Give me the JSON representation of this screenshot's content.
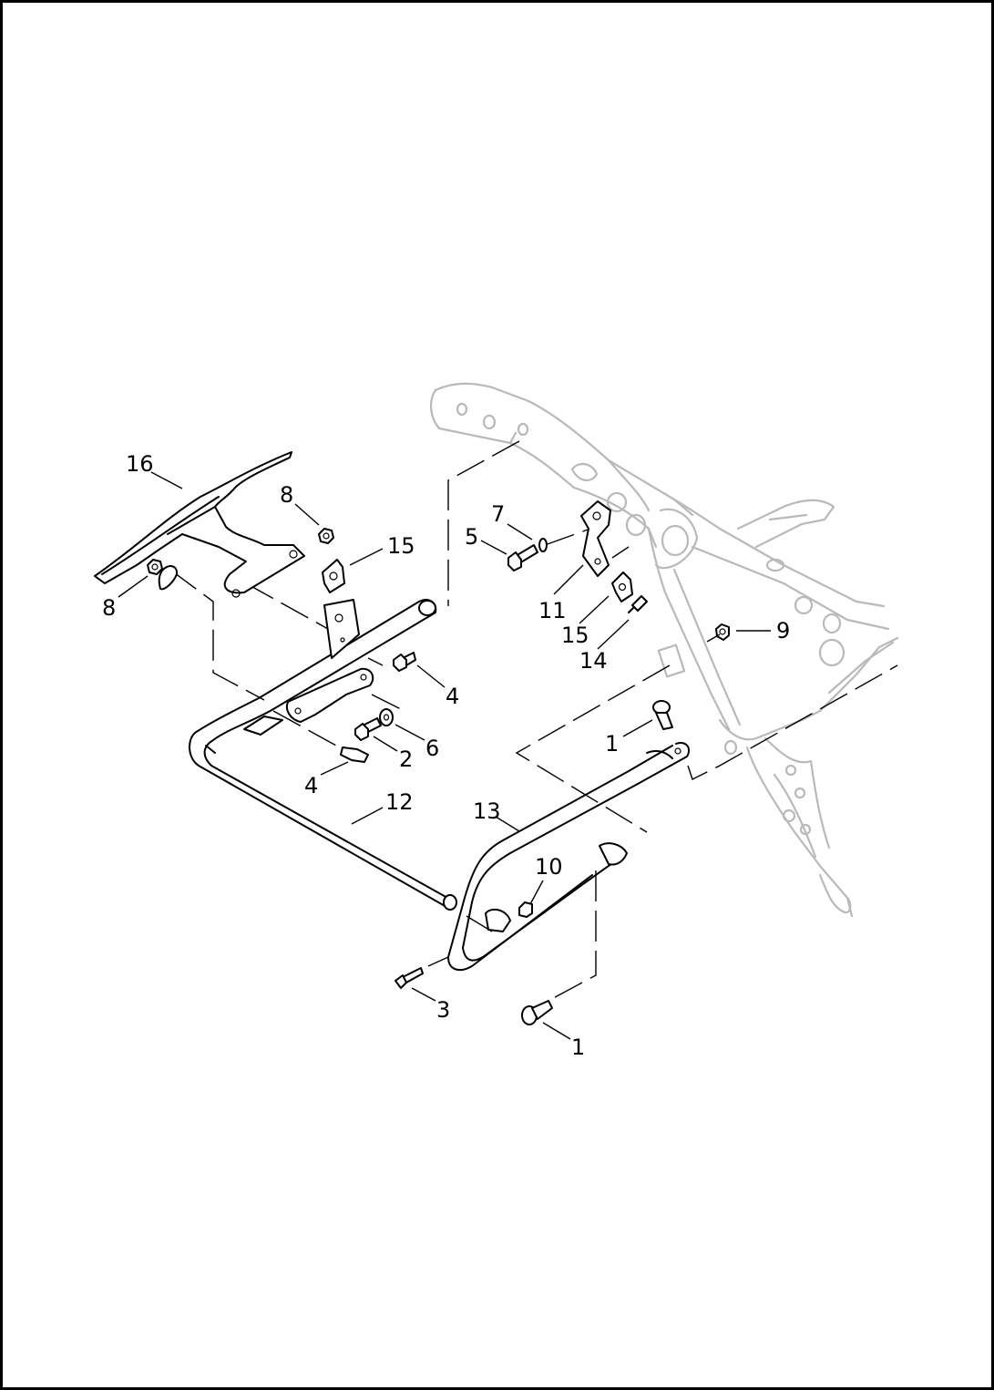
{
  "callouts": [
    {
      "id": "c16",
      "label": "16"
    },
    {
      "id": "c8a",
      "label": "8"
    },
    {
      "id": "c8b",
      "label": "8"
    },
    {
      "id": "c15a",
      "label": "15"
    },
    {
      "id": "c7",
      "label": "7"
    },
    {
      "id": "c5",
      "label": "5"
    },
    {
      "id": "c11",
      "label": "11"
    },
    {
      "id": "c15b",
      "label": "15"
    },
    {
      "id": "c14",
      "label": "14"
    },
    {
      "id": "c9",
      "label": "9"
    },
    {
      "id": "c4a",
      "label": "4"
    },
    {
      "id": "c6",
      "label": "6"
    },
    {
      "id": "c2",
      "label": "2"
    },
    {
      "id": "c4b",
      "label": "4"
    },
    {
      "id": "c1a",
      "label": "1"
    },
    {
      "id": "c12",
      "label": "12"
    },
    {
      "id": "c13",
      "label": "13"
    },
    {
      "id": "c10",
      "label": "10"
    },
    {
      "id": "c3",
      "label": "3"
    },
    {
      "id": "c1b",
      "label": "1"
    }
  ]
}
